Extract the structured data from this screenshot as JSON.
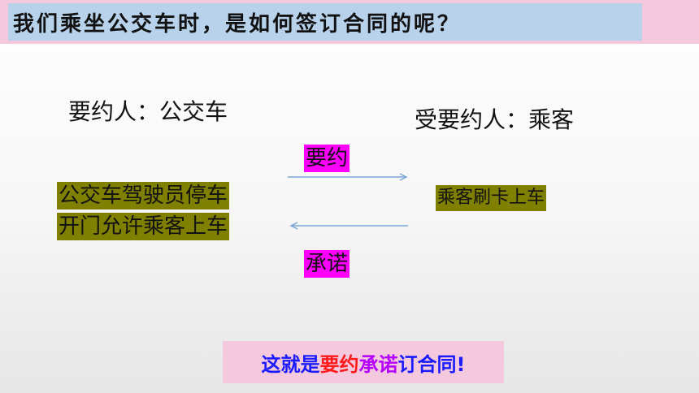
{
  "title": "我们乘坐公交车时，是如何签订合同的呢？",
  "offeror_label": "要约人：公交车",
  "offeree_label": "受要约人：乘客",
  "offer_tag": "要约",
  "accept_tag": "承诺",
  "driver_action_line1": "公交车驾驶员停车",
  "driver_action_line2": "开门允许乘客上车",
  "passenger_action": "乘客刷卡上车",
  "conclusion": {
    "part1": "这就是",
    "part2": "要约",
    "part3": "承诺",
    "part4": "订合同!"
  },
  "colors": {
    "title_bg": "#b7d2ea",
    "title_frame": "#f4c9de",
    "tag_bg": "#ff00ff",
    "action_bg": "#808000",
    "arrow": "#7aa6d6",
    "conclusion_blue": "#1a1aff",
    "conclusion_red": "#ff1a1a",
    "conclusion_purple": "#b400ff"
  }
}
